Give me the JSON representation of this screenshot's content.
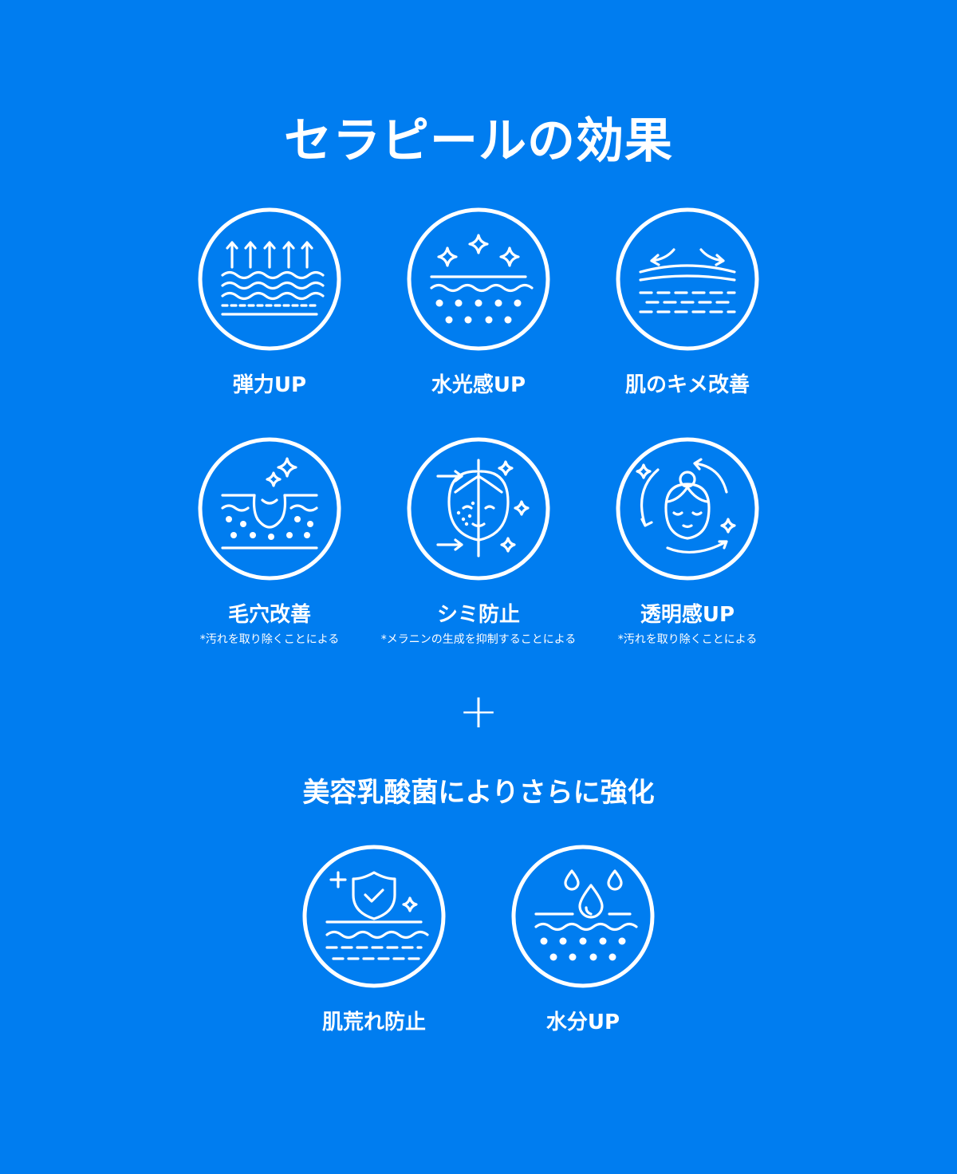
{
  "title": "セラピールの効果",
  "effects": [
    {
      "label": "弾力UP",
      "icon": "skin-elasticity-icon"
    },
    {
      "label": "水光感UP",
      "icon": "skin-glow-icon"
    },
    {
      "label": "肌のキメ改善",
      "icon": "skin-texture-icon"
    },
    {
      "label": "毛穴改善",
      "note": "*汚れを取り除くことによる",
      "icon": "pore-icon"
    },
    {
      "label": "シミ防止",
      "note": "*メラニンの生成を抑制することによる",
      "icon": "face-spot-icon"
    },
    {
      "label": "透明感UP",
      "note": "*汚れを取り除くことによる",
      "icon": "face-clarity-icon"
    }
  ],
  "plus": "+",
  "subtitle": "美容乳酸菌によりさらに強化",
  "boosts": [
    {
      "label": "肌荒れ防止",
      "icon": "shield-icon"
    },
    {
      "label": "水分UP",
      "icon": "water-drop-icon"
    }
  ]
}
